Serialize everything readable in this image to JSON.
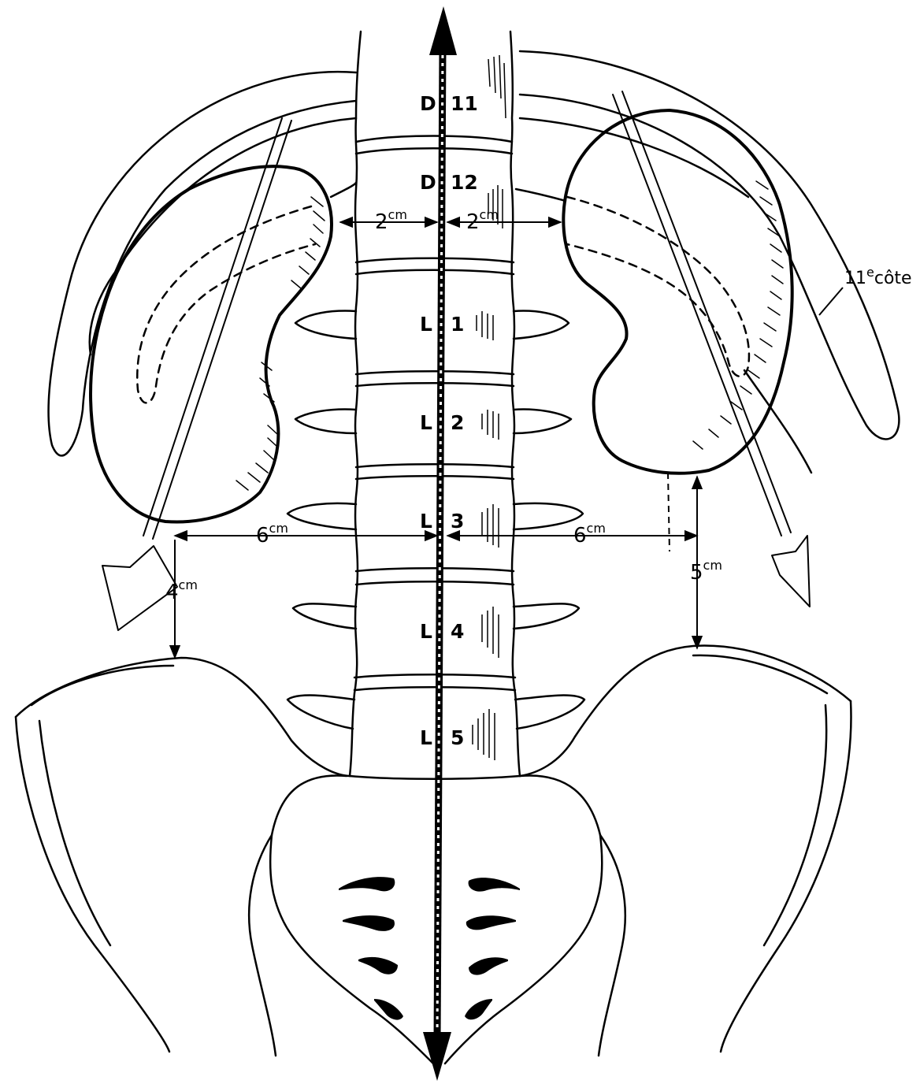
{
  "vertebrae": {
    "d11": {
      "letter": "D",
      "number": "11"
    },
    "d12": {
      "letter": "D",
      "number": "12"
    },
    "l1": {
      "letter": "L",
      "number": "1"
    },
    "l2": {
      "letter": "L",
      "number": "2"
    },
    "l3": {
      "letter": "L",
      "number": "3"
    },
    "l4": {
      "letter": "L",
      "number": "4"
    },
    "l5": {
      "letter": "L",
      "number": "5"
    }
  },
  "measurements": {
    "left_upper": {
      "value": "2",
      "unit": "cm"
    },
    "right_upper": {
      "value": "2",
      "unit": "cm"
    },
    "left_lower": {
      "value": "6",
      "unit": "cm"
    },
    "right_lower": {
      "value": "6",
      "unit": "cm"
    },
    "left_pelvis": {
      "value": "4",
      "unit": "cm"
    },
    "right_pelvis": {
      "value": "5",
      "unit": "cm"
    }
  },
  "rib_label": {
    "prefix": "11",
    "sup": "e",
    "word": "côte"
  }
}
